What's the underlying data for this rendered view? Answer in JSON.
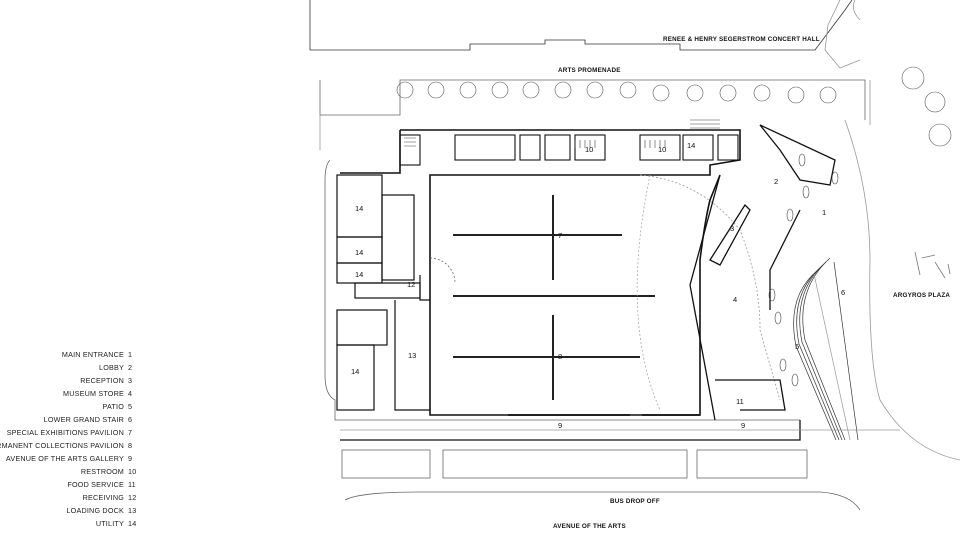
{
  "street_labels": {
    "concert_hall": "RENEE & HENRY SEGERSTROM CONCERT HALL",
    "promenade": "ARTS PROMENADE",
    "plaza": "ARGYROS PLAZA",
    "bus": "BUS DROP OFF",
    "avenue": "AVENUE OF THE ARTS"
  },
  "legend": [
    {
      "label": "MAIN ENTRANCE",
      "num": "1"
    },
    {
      "label": "LOBBY",
      "num": "2"
    },
    {
      "label": "RECEPTION",
      "num": "3"
    },
    {
      "label": "MUSEUM STORE",
      "num": "4"
    },
    {
      "label": "PATIO",
      "num": "5"
    },
    {
      "label": "LOWER GRAND STAIR",
      "num": "6"
    },
    {
      "label": "SPECIAL EXHIBITIONS PAVILION",
      "num": "7"
    },
    {
      "label": "PERMANENT COLLECTIONS PAVILION",
      "num": "8"
    },
    {
      "label": "AVENUE OF THE ARTS GALLERY",
      "num": "9"
    },
    {
      "label": "RESTROOM",
      "num": "10"
    },
    {
      "label": "FOOD SERVICE",
      "num": "11"
    },
    {
      "label": "RECEIVING",
      "num": "12"
    },
    {
      "label": "LOADING DOCK",
      "num": "13"
    },
    {
      "label": "UTILITY",
      "num": "14"
    }
  ],
  "room_numbers": {
    "n1": "1",
    "n2": "2",
    "n3": "3",
    "n4": "4",
    "n5": "5",
    "n6": "6",
    "n7": "7",
    "n8": "8",
    "n9a": "9",
    "n9b": "9",
    "n10a": "10",
    "n10b": "10",
    "n11": "11",
    "n12": "12",
    "n13": "13",
    "n14a": "14",
    "n14b": "14",
    "n14c": "14",
    "n14d": "14",
    "n14e": "14"
  }
}
